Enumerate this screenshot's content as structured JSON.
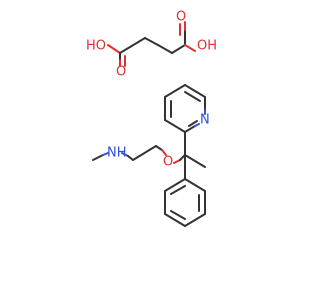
{
  "colors": {
    "bond": "#333333",
    "oxygen": "#e03030",
    "nitrogen": "#3050d8",
    "background": "#ffffff"
  },
  "molecules": {
    "succinic_acid": {
      "atoms": {
        "oh_left": "HO",
        "o_left": "O",
        "oh_right": "OH",
        "o_right": "O"
      }
    },
    "doxylamine": {
      "atoms": {
        "amine": "NH",
        "ether_o": "O",
        "pyridine_n": "N"
      }
    }
  }
}
